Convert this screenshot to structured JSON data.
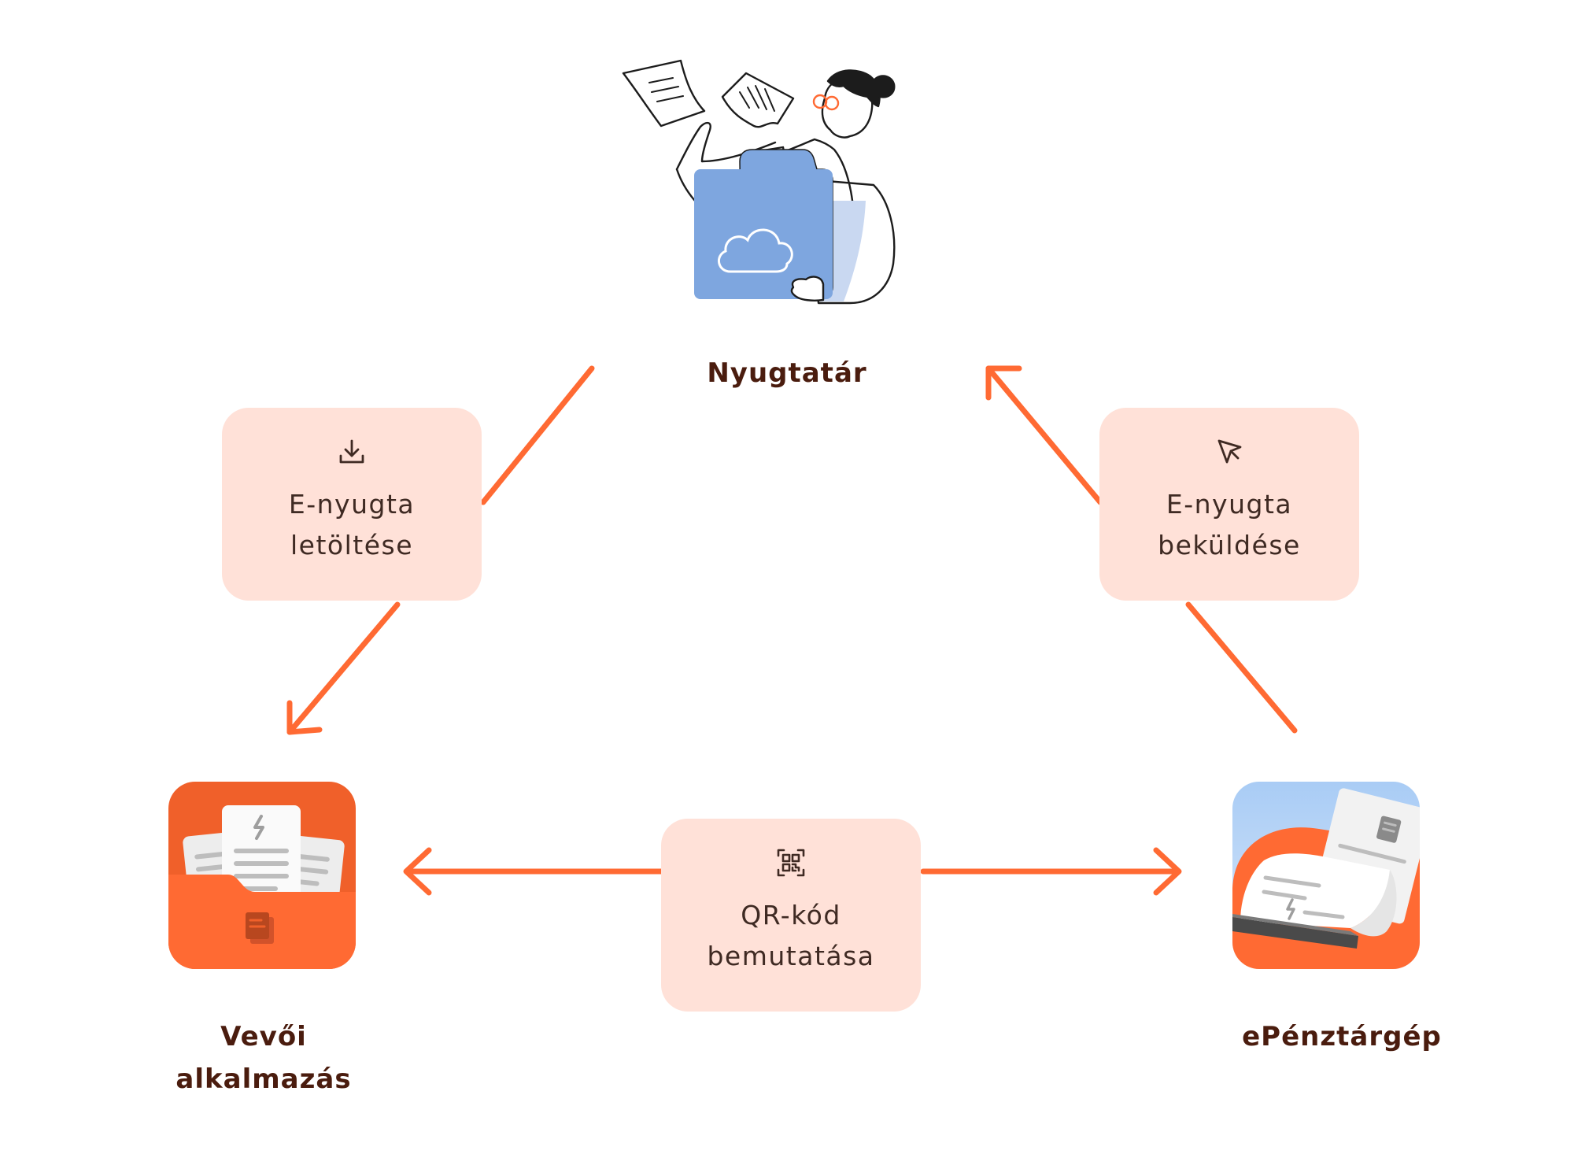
{
  "colors": {
    "accent": "#FF6A33",
    "box_fill": "#FFE1D8",
    "title_text": "#4A1C0E",
    "box_text": "#3F2A23",
    "folder_blue": "#7EA6DF",
    "folder_blue_light": "#C9D8F1",
    "sky_blue": "#B7D4F6"
  },
  "nodes": {
    "top": {
      "title": "Nyugtatár"
    },
    "left": {
      "title_line1": "Vevői",
      "title_line2": "alkalmazás"
    },
    "right": {
      "title": "ePénztárgép"
    }
  },
  "steps": {
    "download": {
      "icon": "download-icon",
      "line1": "E-nyugta",
      "line2": "letöltése"
    },
    "send": {
      "icon": "send-icon",
      "line1": "E-nyugta",
      "line2": "beküldése"
    },
    "qr": {
      "icon": "qr-code-icon",
      "line1": "QR-kód",
      "line2": "bemutatása"
    }
  }
}
